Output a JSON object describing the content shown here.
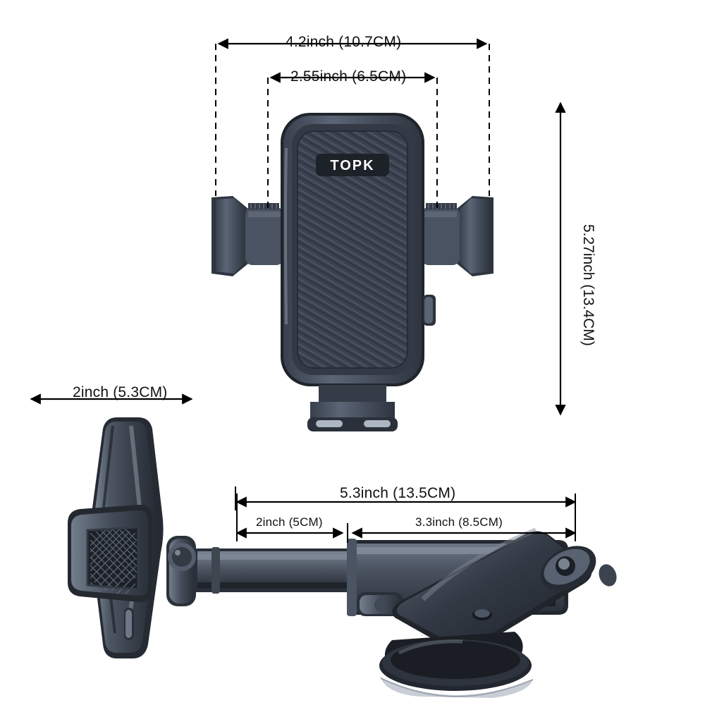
{
  "product": {
    "brand": "TOPK",
    "type": "car phone mount dimension diagram"
  },
  "dimensions": {
    "top_outer_width": "4.2inch (10.7CM)",
    "top_inner_width": "2.55inch (6.5CM)",
    "right_height": "5.27inch (13.4CM)",
    "left_depth": "2inch (5.3CM)",
    "arm_total_length": "5.3inch (13.5CM)",
    "arm_segment_a": "2inch (5CM)",
    "arm_segment_b": "3.3inch (8.5CM)"
  },
  "colors": {
    "body_dark": "#3a4250",
    "body_mid": "#4b5566",
    "body_light": "#6b7687",
    "accent_line": "#000000",
    "background": "#ffffff"
  }
}
